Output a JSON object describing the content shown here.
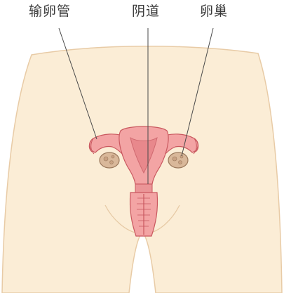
{
  "labels": {
    "fallopian_tube": "输卵管",
    "vagina": "阴道",
    "ovary": "卵巢"
  },
  "colors": {
    "skin": "#fbedd6",
    "skin_edge": "#e8cba6",
    "organ": "#f3a4a4",
    "organ_dark": "#dc6f72",
    "organ_outline": "#c9585f",
    "ovary": "#d9b89a",
    "leader_line": "#4a4a4a"
  }
}
